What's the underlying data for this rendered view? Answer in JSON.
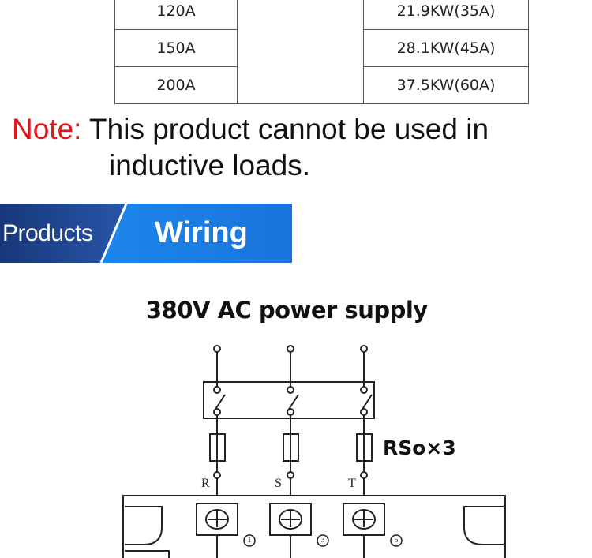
{
  "rating_table": {
    "rows": [
      {
        "current": "120A",
        "power": "21.9KW(35A)"
      },
      {
        "current": "150A",
        "power": "28.1KW(45A)"
      },
      {
        "current": "200A",
        "power": "37.5KW(60A)"
      }
    ]
  },
  "note": {
    "label": "Note:",
    "line1": " This product cannot be used in",
    "line2": "inductive loads."
  },
  "banner": {
    "left_text": "Products",
    "right_text": "Wiring",
    "dark_color": "#1d3f8c",
    "light_color": "#1a7fe6"
  },
  "diagram": {
    "supply_label": "380V  AC power supply",
    "fuse_label": "RSo×3",
    "terminals": [
      {
        "letter": "R",
        "number": "1"
      },
      {
        "letter": "S",
        "number": "3"
      },
      {
        "letter": "T",
        "number": "5"
      }
    ]
  }
}
